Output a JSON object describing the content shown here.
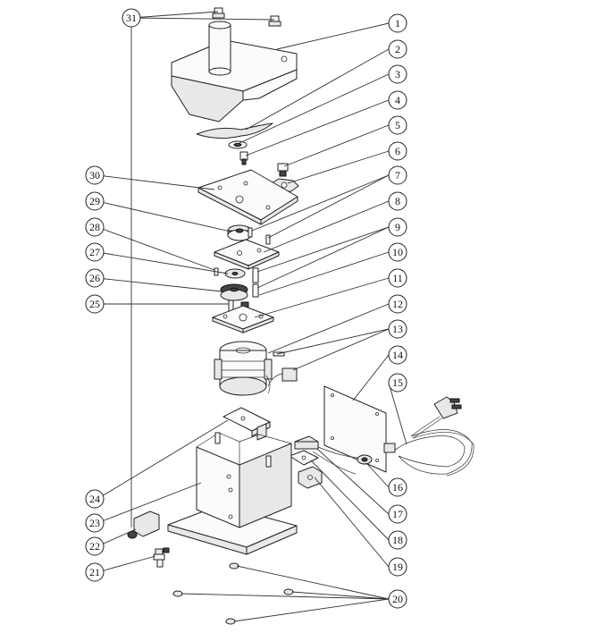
{
  "diagram": {
    "part_numbers": [
      "1",
      "2",
      "3",
      "4",
      "5",
      "6",
      "7",
      "8",
      "9",
      "10",
      "11",
      "12",
      "13",
      "14",
      "15",
      "16",
      "17",
      "18",
      "19",
      "20",
      "21",
      "22",
      "23",
      "24",
      "25",
      "26",
      "27",
      "28",
      "29",
      "30",
      "31"
    ]
  }
}
